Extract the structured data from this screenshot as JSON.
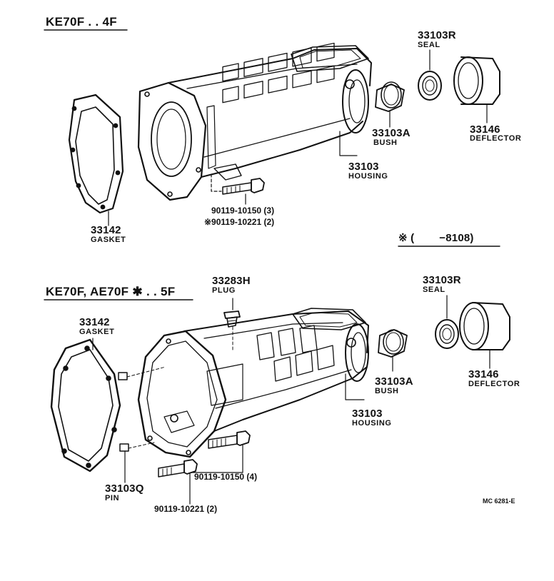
{
  "upper": {
    "model": "KE70F . . 4F",
    "seal_num": "33103R",
    "seal_label": "SEAL",
    "deflector_num": "33146",
    "deflector_label": "DEFLECTOR",
    "bush_num": "33103A",
    "bush_label": "BUSH",
    "housing_num": "33103",
    "housing_label": "HOUSING",
    "gasket_num": "33142",
    "gasket_label": "GASKET",
    "bolt1": "90119-10150 (3)",
    "bolt2": "※90119-10221 (2)"
  },
  "note": "※ (        −8108)",
  "lower": {
    "model": "KE70F, AE70F ✱ . . 5F",
    "plug_num": "33283H",
    "plug_label": "PLUG",
    "seal_num": "33103R",
    "seal_label": "SEAL",
    "deflector_num": "33146",
    "deflector_label": "DEFLECTOR",
    "bush_num": "33103A",
    "bush_label": "BUSH",
    "housing_num": "33103",
    "housing_label": "HOUSING",
    "gasket_num": "33142",
    "gasket_label": "GASKET",
    "pin_num": "33103Q",
    "pin_label": "PIN",
    "bolt1": "90119-10150 (4)",
    "bolt2": "90119-10221 (2)"
  },
  "figure_code": "MC 6281-E"
}
